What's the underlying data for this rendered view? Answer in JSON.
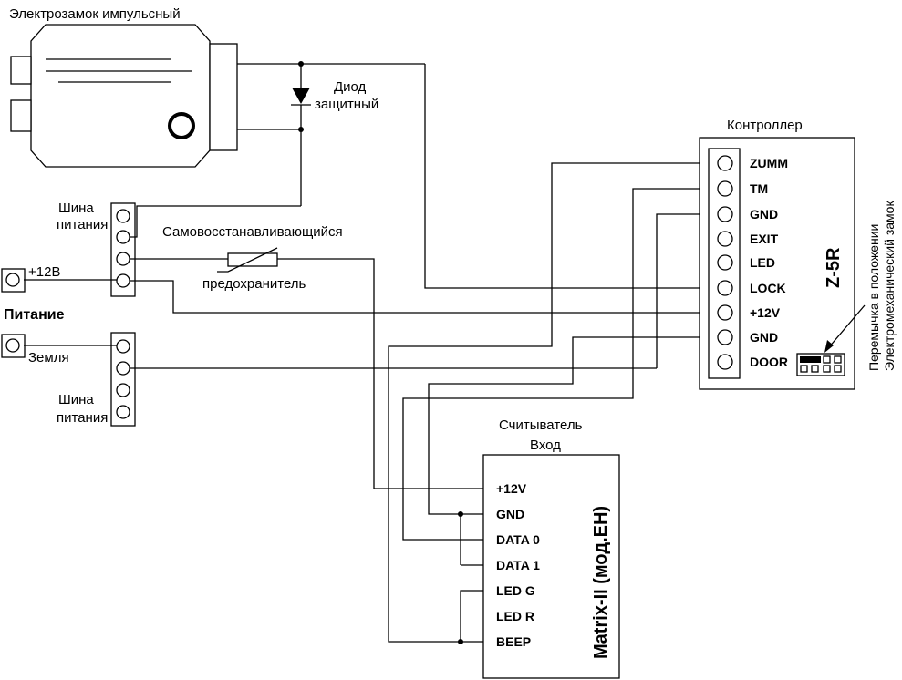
{
  "lock": {
    "title": "Электрозамок импульсный"
  },
  "diode": {
    "label_line1": "Диод",
    "label_line2": "защитный"
  },
  "fuse": {
    "label_top": "Самовосстанавливающийся",
    "label_bottom": "предохранитель"
  },
  "power": {
    "title": "Питание",
    "plus_label": "+12В",
    "ground_label": "Земля",
    "bus_label_line1": "Шина",
    "bus_label_line2": "питания"
  },
  "controller": {
    "title": "Контроллер",
    "model": "Z-5R",
    "terminals": [
      "ZUMM",
      "TM",
      "GND",
      "EXIT",
      "LED",
      "LOCK",
      "+12V",
      "GND",
      "DOOR"
    ],
    "jumper_note_line1": "Перемычка в положении",
    "jumper_note_line2": "Электромеханический замок"
  },
  "reader": {
    "title_line1": "Считыватель",
    "title_line2": "Вход",
    "model": "Matrix-II (мод.EH)",
    "terminals": [
      "+12V",
      "GND",
      "DATA 0",
      "DATA 1",
      "LED G",
      "LED R",
      "BEEP"
    ]
  }
}
